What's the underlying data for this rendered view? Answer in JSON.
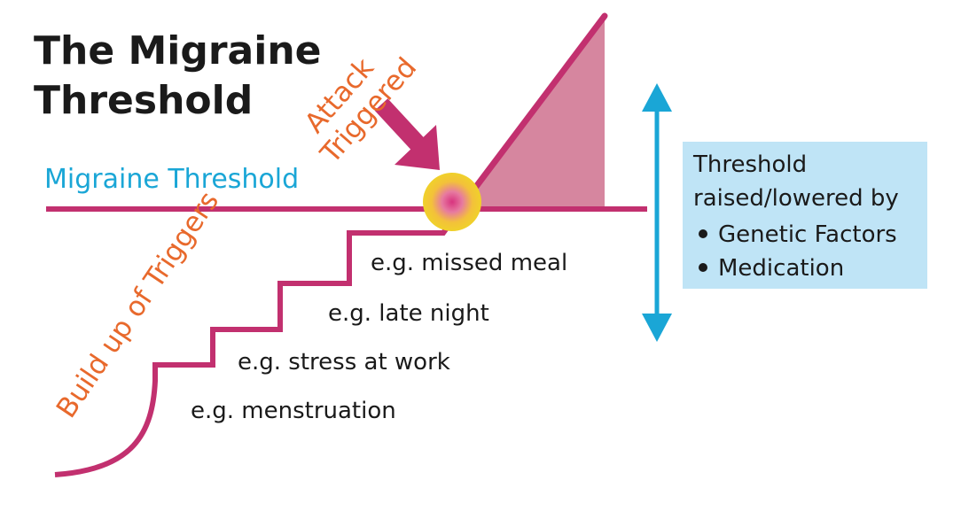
{
  "title": {
    "line1": "The Migraine",
    "line2": "Threshold"
  },
  "threshold_label": "Migraine Threshold",
  "attack_label": {
    "line1": "Attack",
    "line2": "Triggered"
  },
  "buildup_label": "Build up of Triggers",
  "triggers": [
    "e.g. menstruation",
    "e.g. stress at work",
    "e.g. late night",
    "e.g. missed meal"
  ],
  "info_box": {
    "line1": "Threshold",
    "line2": "raised/lowered by",
    "bullets": [
      "Genetic Factors",
      "Medication"
    ]
  },
  "colors": {
    "magenta": "#c2306f",
    "pink_fill": "#d6869f",
    "cyan": "#1aa6d6",
    "orange": "#e8692c",
    "info_bg": "#bfe4f6",
    "spark_outer": "#f0d12a",
    "spark_inner": "#d94a8a"
  },
  "icons": {
    "attack_arrow": "arrow-down-right-icon",
    "spark": "attack-spark-icon",
    "threshold_arrow": "double-vertical-arrow-icon"
  }
}
